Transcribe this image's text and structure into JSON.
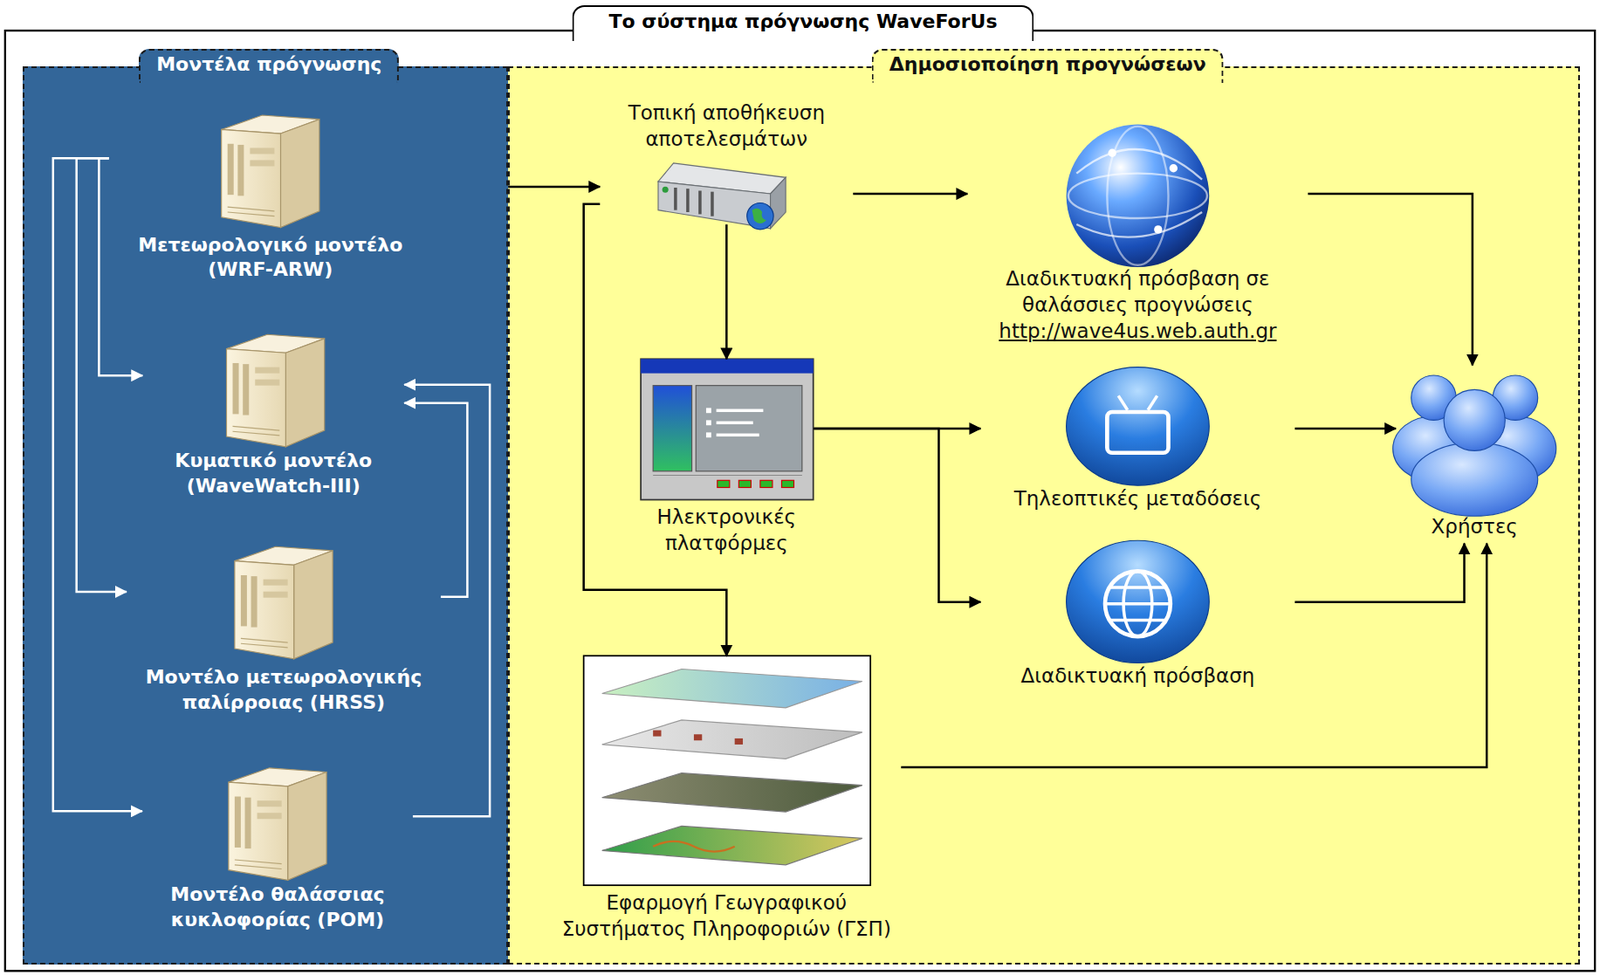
{
  "diagram": {
    "title": "Το σύστημα πρόγνωσης WaveForUs",
    "nodes": [
      {
        "text": [
          "Μοντέλα πρόγνωσης"
        ]
      },
      {
        "text": [
          "Μετεωρολογικό μοντέλο (WRF-ARW)"
        ],
        "in": 0
      },
      {
        "text": [
          "Κυματικό μοντέλο (WaveWatch-III)"
        ],
        "in": 0
      },
      {
        "text": [
          "Μοντέλο μετεωρολογικής παλίρροιας (HRSS)"
        ],
        "in": 0
      },
      {
        "text": [
          "Μοντέλο θαλάσσιας κυκλοφορίας (POM)"
        ],
        "in": 0
      },
      {
        "text": [
          "Δημοσιοποίηση προγνώσεων"
        ]
      },
      {
        "text": [
          "Τοπική αποθήκευση αποτελεσμάτων"
        ],
        "in": 5
      },
      {
        "text": [
          "Διαδικτυακή πρόσβαση σε θαλάσσιες προγνώσεις",
          "http://wave4us.web.auth.gr"
        ],
        "in": 5
      },
      {
        "text": [
          "Ηλεκτρονικές πλατφόρμες"
        ],
        "in": 5
      },
      {
        "text": [
          "Τηλεοπτικές μεταδόσεις"
        ],
        "in": 5
      },
      {
        "text": [
          "Διαδικτυακή πρόσβαση"
        ],
        "in": 5
      },
      {
        "text": [
          "Εφαρμογή Γεωγραφικού Συστήματος Πληροφοριών (ΓΣΠ)"
        ],
        "in": 5
      },
      {
        "text": [
          "Χρήστες"
        ],
        "in": 5
      }
    ],
    "edges": [
      {
        "from": 1,
        "to": 2,
        "arrow": "to"
      },
      {
        "from": 1,
        "to": 3,
        "arrow": "to"
      },
      {
        "from": 1,
        "to": 4,
        "arrow": "to"
      },
      {
        "from": 3,
        "to": 2,
        "arrow": "to"
      },
      {
        "from": 4,
        "to": 2,
        "arrow": "to"
      },
      {
        "from": 0,
        "to": 6,
        "arrow": "to"
      },
      {
        "from": 6,
        "to": 7,
        "arrow": "to"
      },
      {
        "from": 6,
        "to": 8,
        "arrow": "to"
      },
      {
        "from": 6,
        "to": 11,
        "arrow": "to"
      },
      {
        "from": 8,
        "to": 9,
        "arrow": "to"
      },
      {
        "from": 8,
        "to": 10,
        "arrow": "to"
      },
      {
        "from": 7,
        "to": 12,
        "arrow": "to"
      },
      {
        "from": 9,
        "to": 12,
        "arrow": "to"
      },
      {
        "from": 10,
        "to": 12,
        "arrow": "to"
      },
      {
        "from": 11,
        "to": 12,
        "arrow": "to"
      }
    ]
  }
}
